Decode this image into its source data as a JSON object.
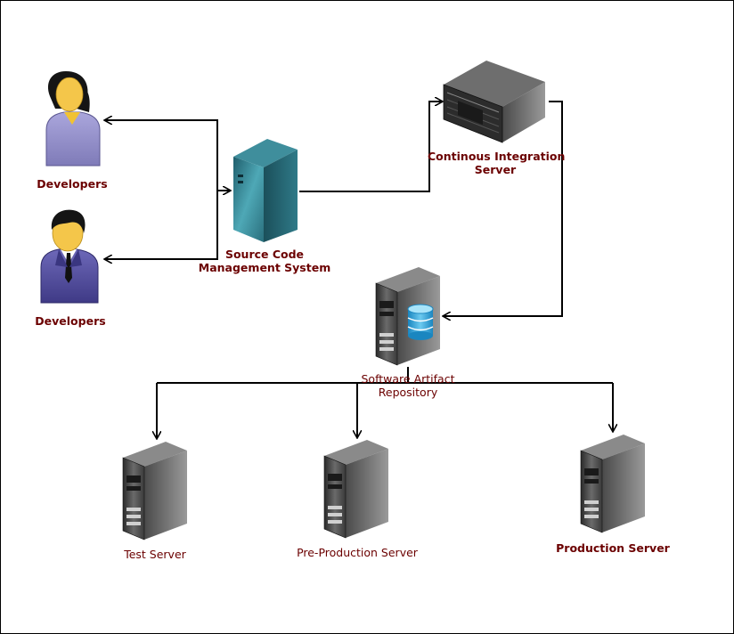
{
  "nodes": {
    "developer_1": {
      "label": "Developers"
    },
    "developer_2": {
      "label": "Developers"
    },
    "scm": {
      "label_line1": "Source Code",
      "label_line2": "Management System"
    },
    "ci": {
      "label_line1": "Continous Integration",
      "label_line2": "Server"
    },
    "repo": {
      "label_line1": "Software Artifact",
      "label_line2": "Repository"
    },
    "test": {
      "label": "Test Server"
    },
    "preprod": {
      "label": "Pre-Production Server"
    },
    "prod": {
      "label": "Production Server"
    }
  },
  "edges": [
    {
      "from": "scm",
      "to": "developer_1",
      "direction": "to-target"
    },
    {
      "from": "scm",
      "to": "developer_2",
      "direction": "to-target"
    },
    {
      "from": "developer_1",
      "to": "scm",
      "direction": "to-target"
    },
    {
      "from": "scm",
      "to": "ci",
      "direction": "to-target"
    },
    {
      "from": "ci",
      "to": "repo",
      "direction": "to-target"
    },
    {
      "from": "repo",
      "to": "test",
      "direction": "to-target"
    },
    {
      "from": "repo",
      "to": "preprod",
      "direction": "to-target"
    },
    {
      "from": "repo",
      "to": "prod",
      "direction": "to-target"
    }
  ],
  "colors": {
    "label_text": "#6b0000",
    "connector": "#000000",
    "server_dark": "#3a3a3a",
    "server_teal": "#2f7f8f",
    "person_shirt": "#8a86c6",
    "database_blue": "#2aa0d8"
  }
}
